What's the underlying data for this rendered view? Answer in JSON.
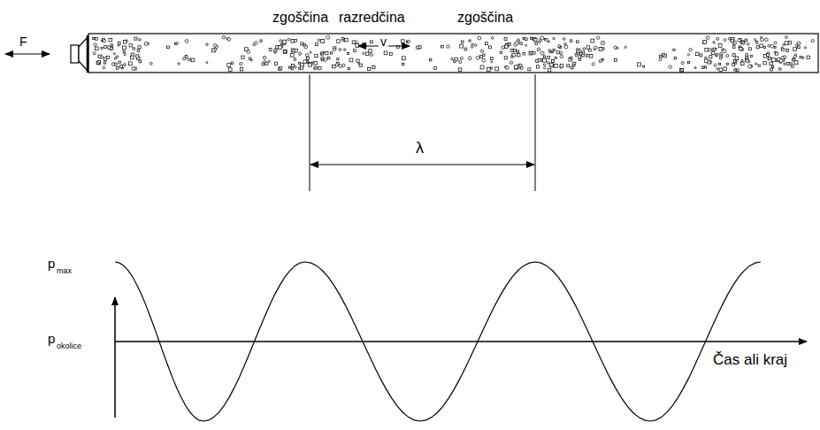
{
  "diagram": {
    "labels": [
      "zgoščina",
      "razredčina",
      "zgoščina",
      "F",
      "v",
      "λ",
      "p",
      "max",
      "p",
      "okolice",
      "Čas ali kraj"
    ]
  }
}
